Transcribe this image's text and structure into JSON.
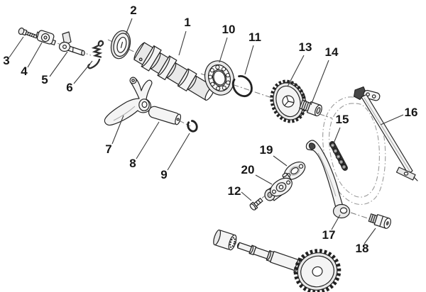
{
  "diagram": {
    "background_color": "#ffffff",
    "line_color": "#222222",
    "shade_color": "#e9e9e9",
    "dark_part_color": "#474747",
    "callouts": [
      {
        "label": "1"
      },
      {
        "label": "2"
      },
      {
        "label": "3"
      },
      {
        "label": "4"
      },
      {
        "label": "5"
      },
      {
        "label": "6"
      },
      {
        "label": "7"
      },
      {
        "label": "8"
      },
      {
        "label": "9"
      },
      {
        "label": "10"
      },
      {
        "label": "11"
      },
      {
        "label": "12"
      },
      {
        "label": "13"
      },
      {
        "label": "14"
      },
      {
        "label": "15"
      },
      {
        "label": "16"
      },
      {
        "label": "17"
      },
      {
        "label": "18"
      },
      {
        "label": "19"
      },
      {
        "label": "20"
      }
    ]
  }
}
